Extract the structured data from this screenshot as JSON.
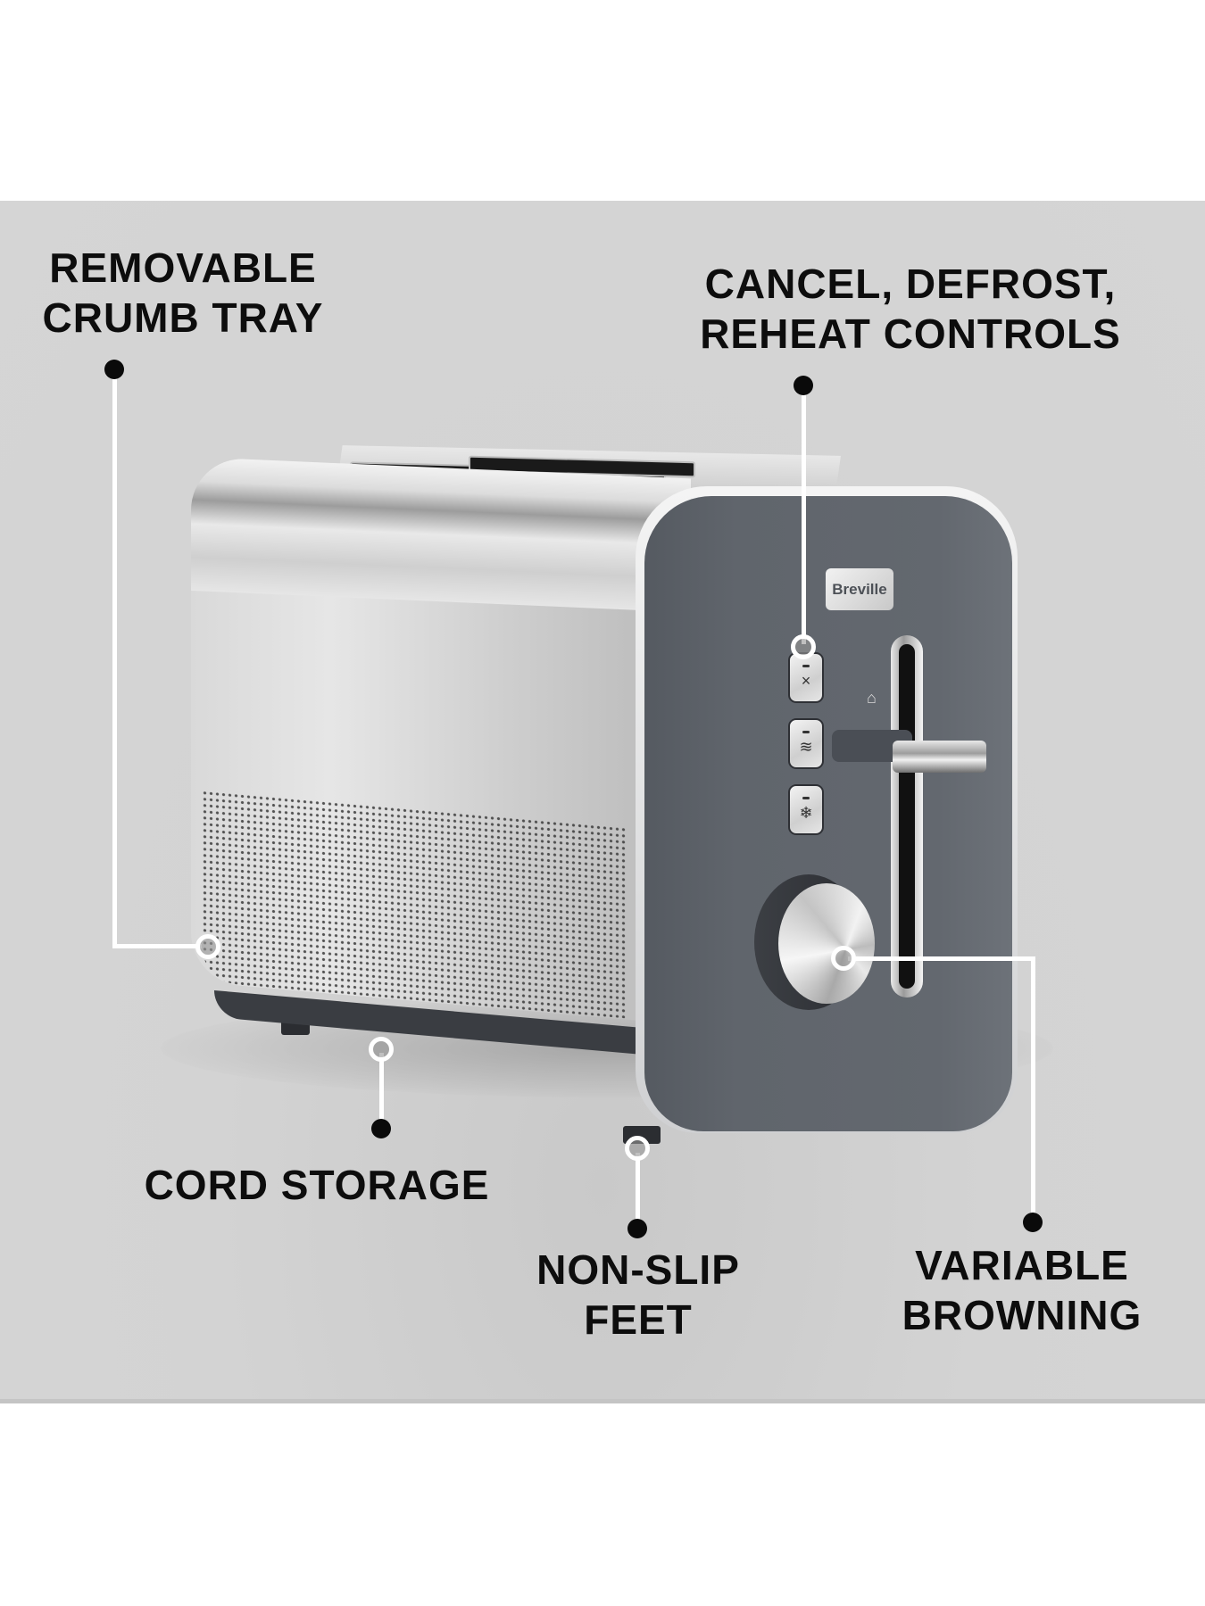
{
  "product": {
    "brand_badge": "Breville",
    "type": "2-slice toaster"
  },
  "callouts": [
    {
      "id": "crumb-tray",
      "lines": [
        "REMOVABLE",
        "CRUMB TRAY"
      ]
    },
    {
      "id": "controls",
      "lines": [
        "CANCEL, DEFROST,",
        "REHEAT CONTROLS"
      ]
    },
    {
      "id": "cord-storage",
      "lines": [
        "CORD STORAGE"
      ]
    },
    {
      "id": "non-slip-feet",
      "lines": [
        "NON-SLIP",
        "FEET"
      ]
    },
    {
      "id": "variable-browning",
      "lines": [
        "VARIABLE",
        "BROWNING"
      ]
    }
  ],
  "buttons": {
    "cancel_icon": "×",
    "reheat_icon": "≋",
    "defrost_icon": "❄"
  },
  "lever_icon": "⌂",
  "colors": {
    "background_band": "#d3d3d3",
    "panel": "#60656c",
    "text": "#0d0d0d",
    "leader_line": "#ffffff"
  }
}
